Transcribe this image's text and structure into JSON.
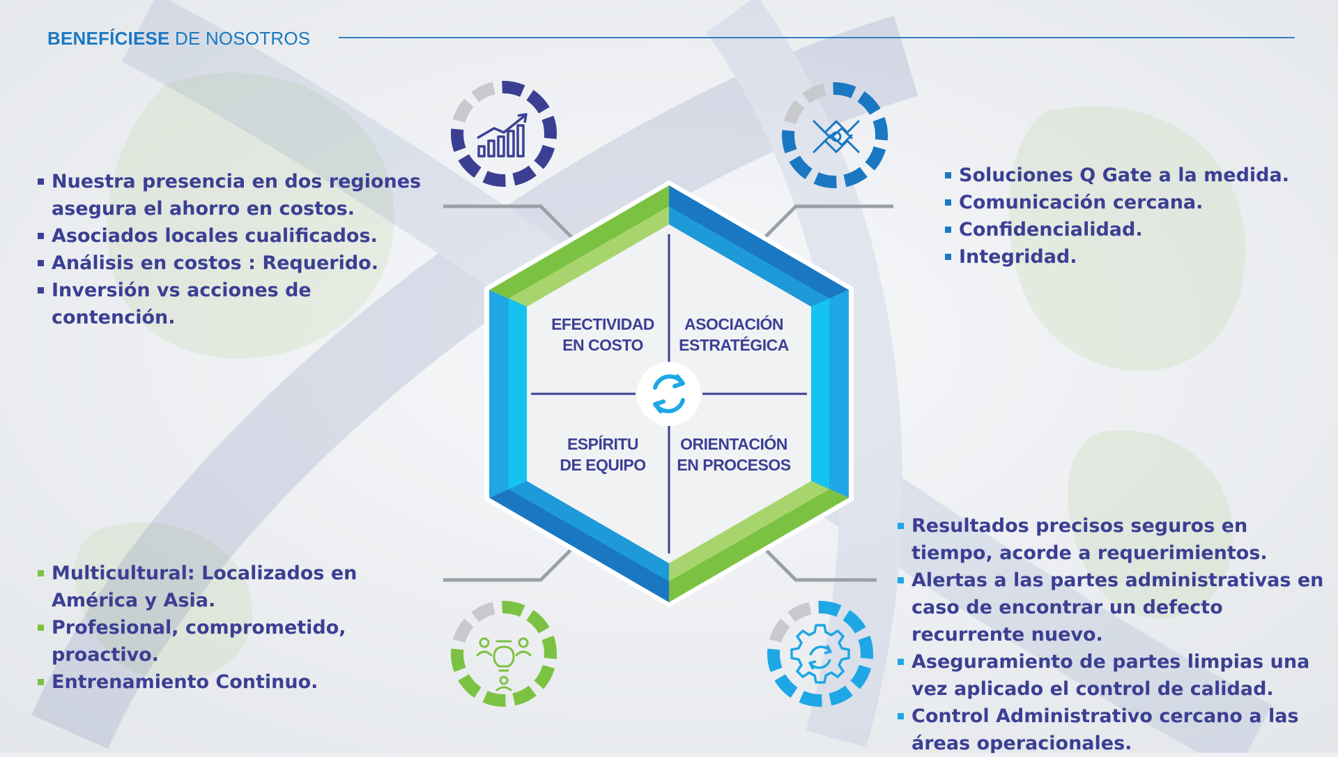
{
  "header": {
    "title_strong": "BENEFÍCIESE",
    "title_rest": " DE NOSOTROS"
  },
  "colors": {
    "navy": "#3b3f93",
    "blue": "#1a78c2",
    "sky": "#1ea7e4",
    "green": "#7cc242",
    "grey": "#c8c9cc"
  },
  "hexagon": {
    "quadrants": [
      {
        "line1": "EFECTIVIDAD",
        "line2": "EN COSTO"
      },
      {
        "line1": "ASOCIACIÓN",
        "line2": "ESTRATÉGICA"
      },
      {
        "line1": "ESPÍRITU",
        "line2": "DE EQUIPO"
      },
      {
        "line1": "ORIENTACIÓN",
        "line2": "EN PROCESOS"
      }
    ],
    "center_icon": "refresh-arrows-icon"
  },
  "badges": {
    "top_left": {
      "icon": "growth-chart-icon",
      "color": "#3b3f93"
    },
    "top_right": {
      "icon": "handshake-icon",
      "color": "#1a78c2"
    },
    "bottom_left": {
      "icon": "team-idea-icon",
      "color": "#7cc242"
    },
    "bottom_right": {
      "icon": "gear-refresh-icon",
      "color": "#1ea7e4"
    }
  },
  "lists": {
    "top_left": [
      "Nuestra presencia en dos regiones asegura el ahorro en costos.",
      "Asociados locales cualificados.",
      "Análisis en costos : Requerido.",
      "Inversión vs acciones de contención."
    ],
    "top_right": [
      "Soluciones Q Gate a la medida.",
      "Comunicación cercana.",
      "Confidencialidad.",
      "Integridad."
    ],
    "bottom_left": [
      "Multicultural: Localizados en América y Asia.",
      "Profesional, comprometido, proactivo.",
      "Entrenamiento Continuo."
    ],
    "bottom_right": [
      "Resultados precisos seguros en tiempo, acorde a requerimientos.",
      "Alertas a las partes administrativas en caso de encontrar un defecto recurrente nuevo.",
      "Aseguramiento de partes limpias una vez aplicado  el control de calidad.",
      "Control Administrativo cercano a las áreas operacionales."
    ]
  }
}
